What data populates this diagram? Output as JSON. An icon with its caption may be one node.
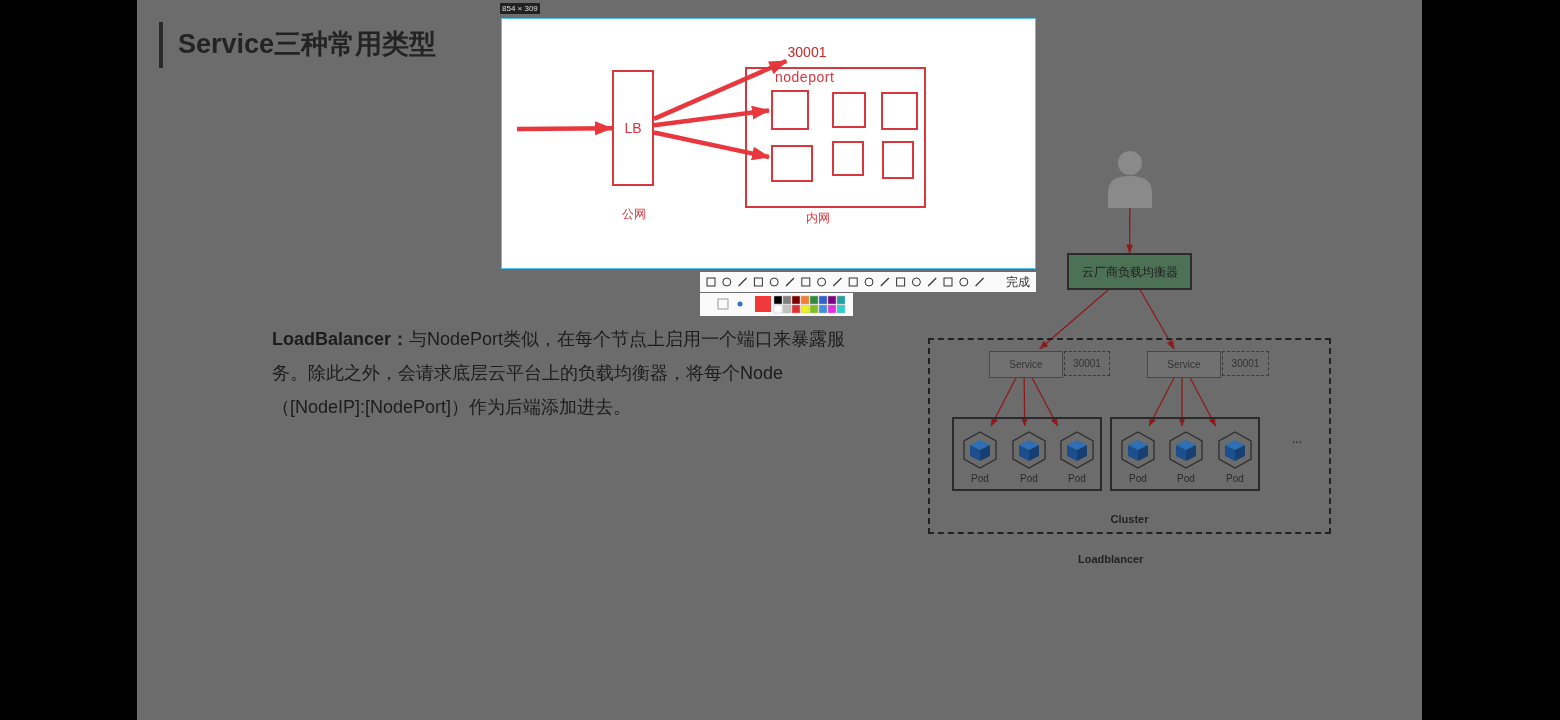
{
  "diagram": {
    "title": "Service三种常用类型",
    "nodes": [
      {
        "text": [
          "LB"
        ],
        "beside": [
          "公网"
        ]
      },
      {
        "text": [
          "nodeport"
        ],
        "beside": [
          "内网"
        ]
      },
      {
        "text": [],
        "shape": "box",
        "in": 1
      },
      {
        "text": [],
        "shape": "box",
        "in": 1
      },
      {
        "text": [],
        "shape": "box",
        "in": 1
      },
      {
        "text": [],
        "shape": "box",
        "in": 1
      },
      {
        "text": [],
        "shape": "box",
        "in": 1
      },
      {
        "text": [],
        "shape": "box",
        "in": 1
      },
      {
        "text": [
          "30001"
        ]
      },
      {
        "text": [],
        "shape": "person"
      },
      {
        "text": [
          "云厂商负载均衡器"
        ]
      },
      {
        "text": [
          "Cluster"
        ]
      },
      {
        "text": [
          "Service"
        ],
        "in": 11
      },
      {
        "text": [
          "30001"
        ],
        "in": 11
      },
      {
        "text": [
          "Service"
        ],
        "in": 11
      },
      {
        "text": [
          "30001"
        ],
        "in": 11
      },
      {
        "text": [],
        "shape": "box",
        "in": 11
      },
      {
        "text": [
          "Pod"
        ],
        "in": 16
      },
      {
        "text": [
          "Pod"
        ],
        "in": 16
      },
      {
        "text": [
          "Pod"
        ],
        "in": 16
      },
      {
        "text": [],
        "shape": "box",
        "in": 11
      },
      {
        "text": [
          "Pod"
        ],
        "in": 20
      },
      {
        "text": [
          "Pod"
        ],
        "in": 20
      },
      {
        "text": [
          "Pod"
        ],
        "in": 20
      }
    ],
    "edges": [
      {
        "from": null,
        "to": 0,
        "arrow": "to",
        "style": "thick",
        "color": "#e8383d"
      },
      {
        "from": 0,
        "to": 8,
        "arrow": "to",
        "style": "thick",
        "color": "#e8383d"
      },
      {
        "from": 0,
        "to": 2,
        "arrow": "to",
        "style": "thick",
        "color": "#e8383d"
      },
      {
        "from": 0,
        "to": 5,
        "arrow": "to",
        "style": "thick",
        "color": "#e8383d"
      },
      {
        "from": 9,
        "to": 10,
        "arrow": "to"
      },
      {
        "from": 10,
        "to": 12,
        "arrow": "to"
      },
      {
        "from": 10,
        "to": 14,
        "arrow": "to"
      },
      {
        "from": 12,
        "to": 17,
        "arrow": "to"
      },
      {
        "from": 12,
        "to": 18,
        "arrow": "to"
      },
      {
        "from": 12,
        "to": 19,
        "arrow": "to"
      },
      {
        "from": 14,
        "to": 21,
        "arrow": "to"
      },
      {
        "from": 14,
        "to": 22,
        "arrow": "to"
      },
      {
        "from": 14,
        "to": 23,
        "arrow": "to"
      }
    ],
    "labels": [
      "854 × 309",
      "**LoadBalancer：**与NodePort类似，在每个节点上启用一个端口来暴露服务。除此之外，会请求底层云平台上的负载均衡器，将每个Node（[NodeIP]:[NodePort]）作为后端添加进去。",
      "完成",
      "...",
      "Loadblancer"
    ]
  }
}
